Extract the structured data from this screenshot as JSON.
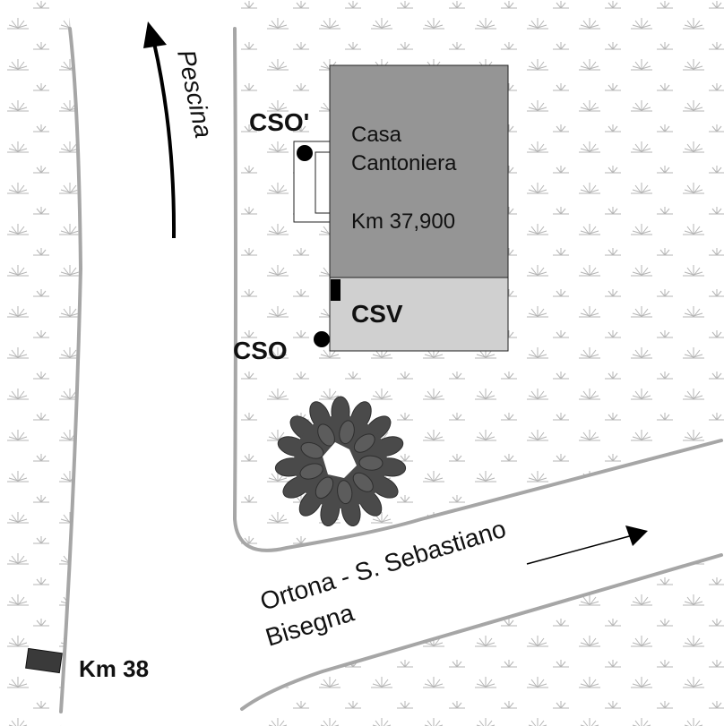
{
  "building": {
    "name_line1": "Casa",
    "name_line2": "Cantoniera",
    "km": "Km 37,900",
    "annex_label": "CSV"
  },
  "points": {
    "cso_prime": "CSO'",
    "cso": "CSO"
  },
  "roads": {
    "main_direction": "Pescina",
    "side_line1": "Ortona - S. Sebastiano",
    "side_line2": "Bisegna"
  },
  "marker": {
    "km_label": "Km 38"
  },
  "colors": {
    "field_symbol": "#b4b4b4",
    "road_edge": "#a6a6a6",
    "building_main": "#959595",
    "building_annex": "#d0d0d0",
    "tree": "#4a4a4a",
    "marker": "#3a3a3a"
  }
}
